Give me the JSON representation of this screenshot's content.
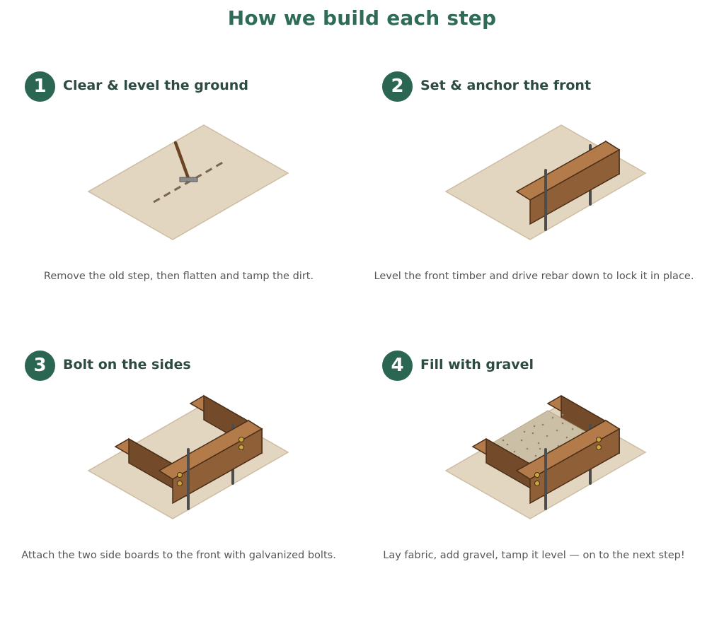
{
  "title": "How we build each step",
  "colors": {
    "accent": "#2b6652",
    "ground": "#e3d6c0",
    "wood_top": "#b37b4a",
    "wood_front": "#8f5f37",
    "wood_side": "#734b2b",
    "rebar": "#4d4d4d",
    "bolt": "#c9a83a",
    "gravel": "#cbbfa6"
  },
  "steps": [
    {
      "number": "1",
      "heading": "Clear & level the ground",
      "caption": "Remove the old step, then flatten and tamp the dirt.",
      "icon": "rake-leveling-icon"
    },
    {
      "number": "2",
      "heading": "Set & anchor the front",
      "caption": "Level the front timber and drive rebar down to lock it in place.",
      "icon": "front-timber-rebar-icon"
    },
    {
      "number": "3",
      "heading": "Bolt on the sides",
      "caption": "Attach the two side boards to the front with galvanized bolts.",
      "icon": "timber-frame-bolts-icon"
    },
    {
      "number": "4",
      "heading": "Fill with gravel",
      "caption": "Lay fabric, add gravel, tamp it level — on to the next step!",
      "icon": "gravel-filled-frame-icon"
    }
  ]
}
